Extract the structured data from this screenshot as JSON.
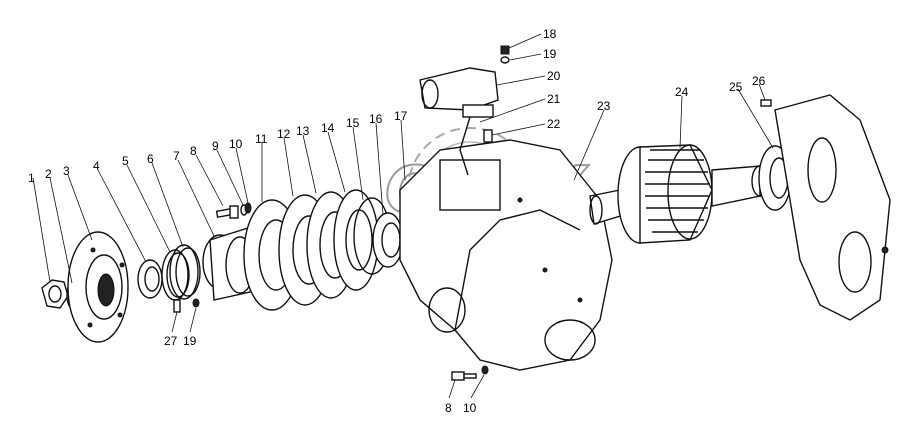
{
  "watermark": {
    "text": "ОПЕХ"
  },
  "callouts": [
    {
      "id": "c1",
      "text": "1"
    },
    {
      "id": "c2",
      "text": "2"
    },
    {
      "id": "c3",
      "text": "3"
    },
    {
      "id": "c4",
      "text": "4"
    },
    {
      "id": "c5",
      "text": "5"
    },
    {
      "id": "c6",
      "text": "6"
    },
    {
      "id": "c7",
      "text": "7"
    },
    {
      "id": "c8a",
      "text": "8"
    },
    {
      "id": "c9",
      "text": "9"
    },
    {
      "id": "c10a",
      "text": "10"
    },
    {
      "id": "c11",
      "text": "11"
    },
    {
      "id": "c12",
      "text": "12"
    },
    {
      "id": "c13",
      "text": "13"
    },
    {
      "id": "c14",
      "text": "14"
    },
    {
      "id": "c15",
      "text": "15"
    },
    {
      "id": "c16",
      "text": "16"
    },
    {
      "id": "c17",
      "text": "17"
    },
    {
      "id": "c18",
      "text": "18"
    },
    {
      "id": "c19a",
      "text": "19"
    },
    {
      "id": "c20",
      "text": "20"
    },
    {
      "id": "c21",
      "text": "21"
    },
    {
      "id": "c22",
      "text": "22"
    },
    {
      "id": "c23",
      "text": "23"
    },
    {
      "id": "c24",
      "text": "24"
    },
    {
      "id": "c25",
      "text": "25"
    },
    {
      "id": "c26",
      "text": "26"
    },
    {
      "id": "c27",
      "text": "27"
    },
    {
      "id": "c19b",
      "text": "19"
    },
    {
      "id": "c8b",
      "text": "8"
    },
    {
      "id": "c10b",
      "text": "10"
    }
  ]
}
